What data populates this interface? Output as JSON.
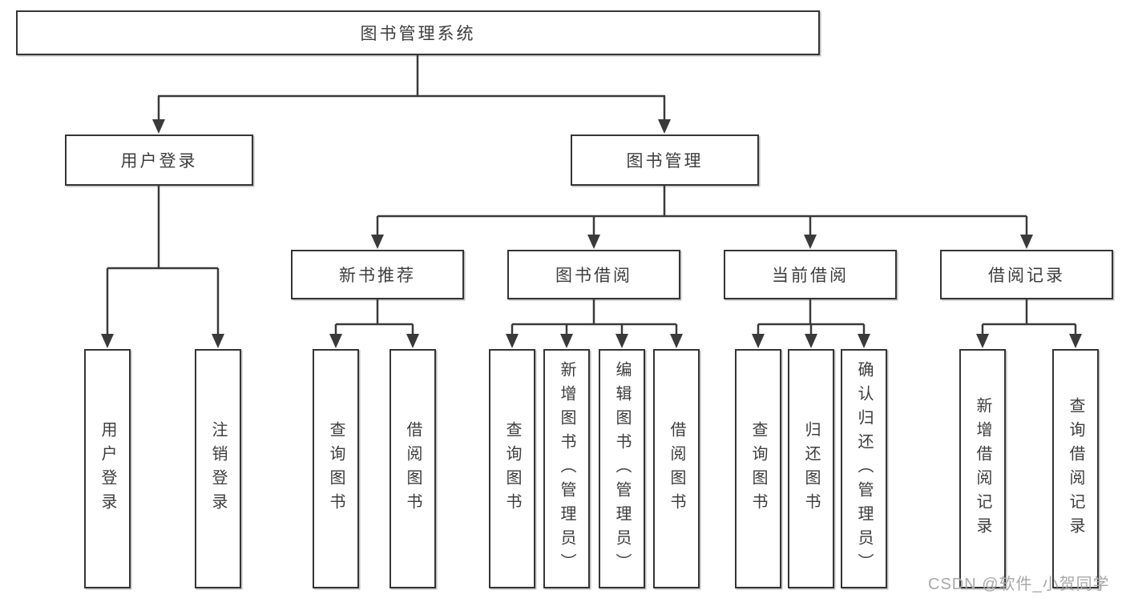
{
  "diagram": {
    "type": "hierarchy",
    "colors": {
      "background": "#ffffff",
      "line": "#3a3a3a",
      "box_border": "#353535",
      "text": "#3d3d3d",
      "watermark": "#a8a8a8"
    },
    "watermark": {
      "text": "CSDN @软件_小贺同学"
    },
    "root": {
      "label": "图书管理系统",
      "children": [
        {
          "label": "用户登录",
          "children": [
            {
              "label": "用户登录"
            },
            {
              "label": "注销登录"
            }
          ]
        },
        {
          "label": "图书管理",
          "children": [
            {
              "label": "新书推荐",
              "children": [
                {
                  "label": "查询图书"
                },
                {
                  "label": "借阅图书"
                }
              ]
            },
            {
              "label": "图书借阅",
              "children": [
                {
                  "label": "查询图书"
                },
                {
                  "label": "新增图书（管理员）"
                },
                {
                  "label": "编辑图书（管理员）"
                },
                {
                  "label": "借阅图书"
                }
              ]
            },
            {
              "label": "当前借阅",
              "children": [
                {
                  "label": "查询图书"
                },
                {
                  "label": "归还图书"
                },
                {
                  "label": "确认归还（管理员）"
                }
              ]
            },
            {
              "label": "借阅记录",
              "children": [
                {
                  "label": "新增借阅记录"
                },
                {
                  "label": "查询借阅记录"
                }
              ]
            }
          ]
        }
      ]
    }
  }
}
